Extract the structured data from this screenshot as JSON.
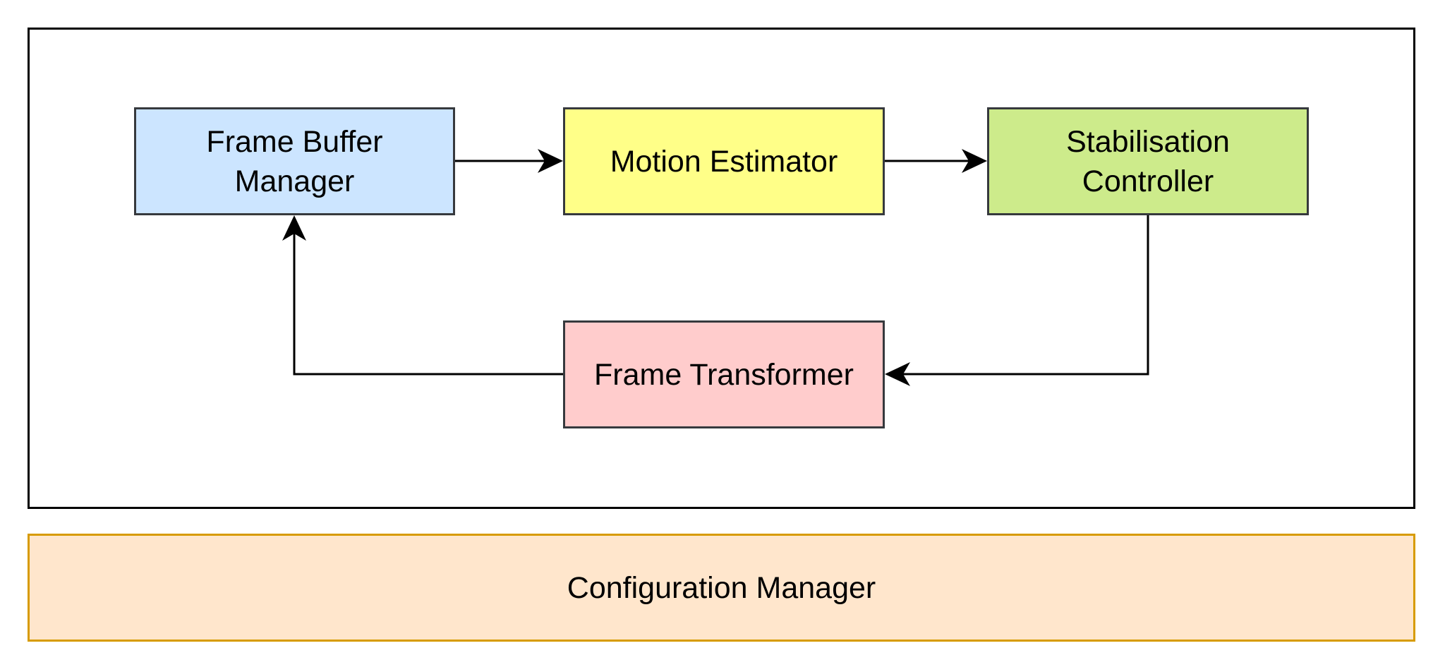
{
  "diagram": {
    "nodes": [
      {
        "id": "frame-buffer-manager",
        "label": "Frame Buffer\nManager",
        "fill": "#cce5ff",
        "border": "#36393d"
      },
      {
        "id": "motion-estimator",
        "label": "Motion Estimator",
        "fill": "#ffff88",
        "border": "#36393d"
      },
      {
        "id": "stabilisation-controller",
        "label": "Stabilisation\nController",
        "fill": "#cdeb8b",
        "border": "#36393d"
      },
      {
        "id": "frame-transformer",
        "label": "Frame Transformer",
        "fill": "#ffcccc",
        "border": "#36393d"
      }
    ],
    "edges": [
      {
        "from": "frame-buffer-manager",
        "to": "motion-estimator"
      },
      {
        "from": "motion-estimator",
        "to": "stabilisation-controller"
      },
      {
        "from": "stabilisation-controller",
        "to": "frame-transformer"
      },
      {
        "from": "frame-transformer",
        "to": "frame-buffer-manager"
      }
    ],
    "footer": {
      "label": "Configuration Manager",
      "fill": "#ffe6cc",
      "border": "#d79b00"
    },
    "edge_color": "#000000"
  }
}
